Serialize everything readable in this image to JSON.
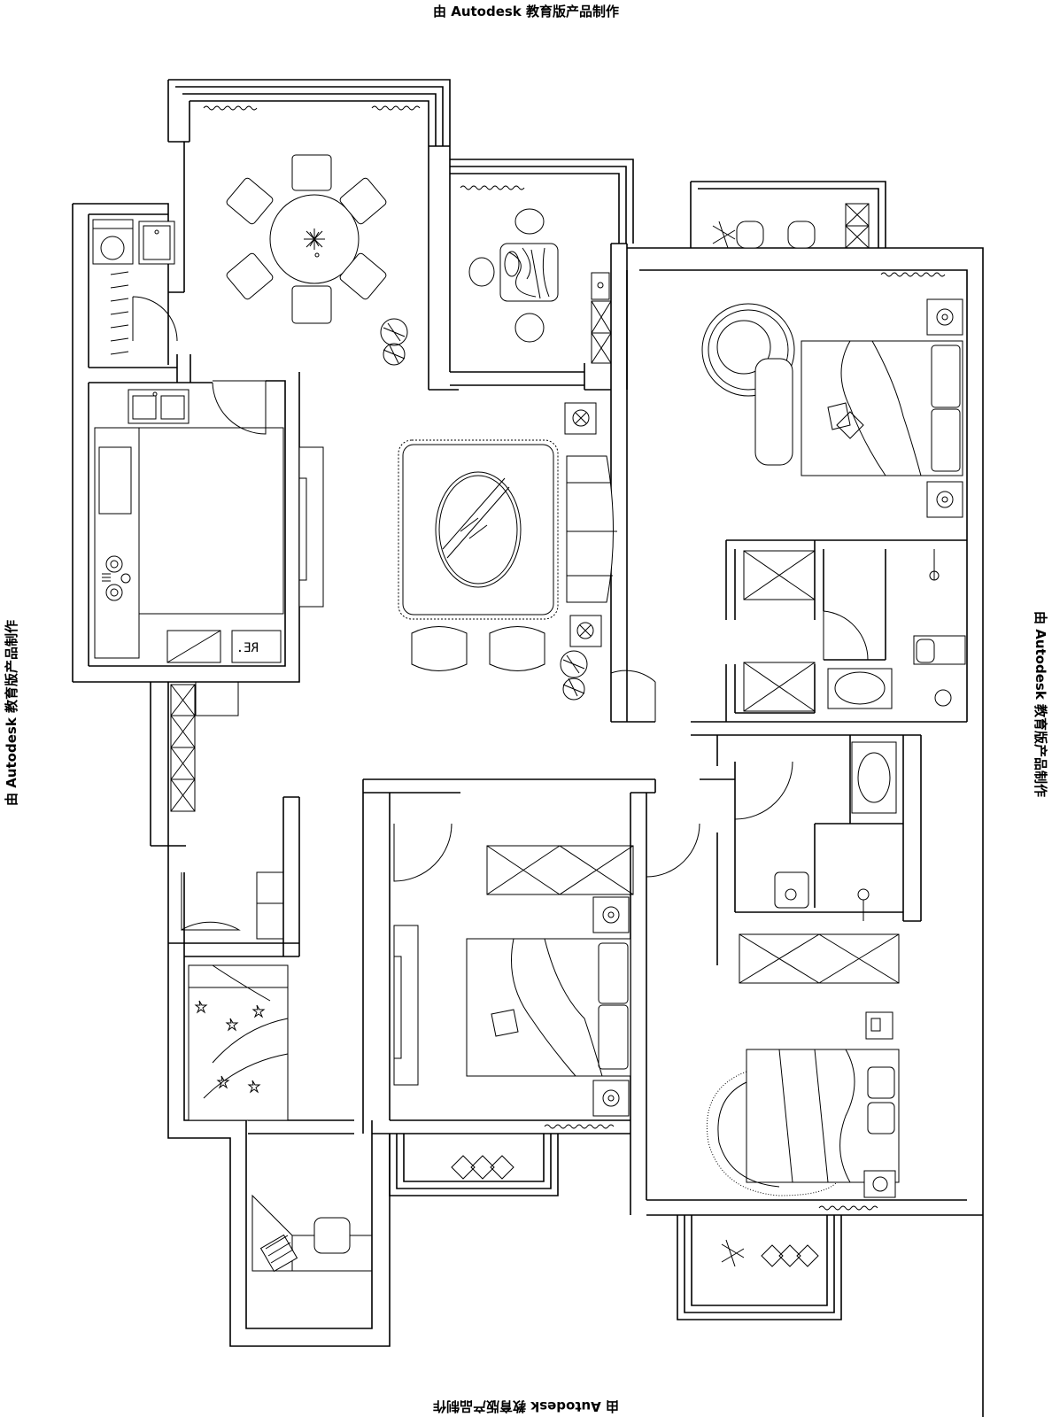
{
  "watermark": {
    "top": "由 Autodesk 教育版产品制作",
    "left": "由 Autodesk 教育版产品制作",
    "right": "由 Autodesk 教育版产品制作",
    "bottom": "由 Autodesk 教育版产品制作"
  },
  "plan": {
    "fridge_label": "RE."
  },
  "colors": {
    "line": "#000000",
    "background": "#ffffff"
  }
}
